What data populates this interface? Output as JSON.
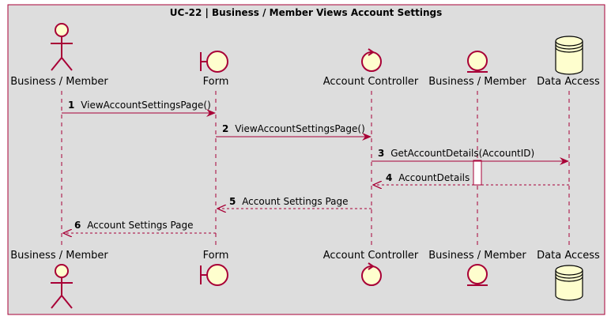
{
  "diagram": {
    "title": "UC-22 | Business / Member Views Account Settings",
    "participants": [
      {
        "label": "Business / Member",
        "kind": "actor",
        "icon": "actor-icon"
      },
      {
        "label": "Form",
        "kind": "boundary",
        "icon": "boundary-icon"
      },
      {
        "label": "Account Controller",
        "kind": "control",
        "icon": "control-icon"
      },
      {
        "label": "Business / Member",
        "kind": "entity",
        "icon": "entity-icon"
      },
      {
        "label": "Data Access",
        "kind": "database",
        "icon": "database-icon"
      }
    ],
    "messages": [
      {
        "num": "1",
        "text": "ViewAccountSettingsPage()",
        "from": 0,
        "to": 1,
        "style": "solid"
      },
      {
        "num": "2",
        "text": "ViewAccountSettingsPage()",
        "from": 1,
        "to": 2,
        "style": "solid"
      },
      {
        "num": "3",
        "text": "GetAccountDetails(AccountID)",
        "from": 2,
        "to": 4,
        "style": "solid"
      },
      {
        "num": "4",
        "text": "AccountDetails",
        "from": 4,
        "to": 2,
        "style": "dashed"
      },
      {
        "num": "5",
        "text": "Account Settings Page",
        "from": 2,
        "to": 1,
        "style": "dashed"
      },
      {
        "num": "6",
        "text": "Account Settings Page",
        "from": 1,
        "to": 0,
        "style": "dashed"
      }
    ],
    "colors": {
      "frame_fill": "#dddddd",
      "frame_stroke": "#a80036",
      "line": "#a80036",
      "icon_fill": "#fefece"
    }
  }
}
